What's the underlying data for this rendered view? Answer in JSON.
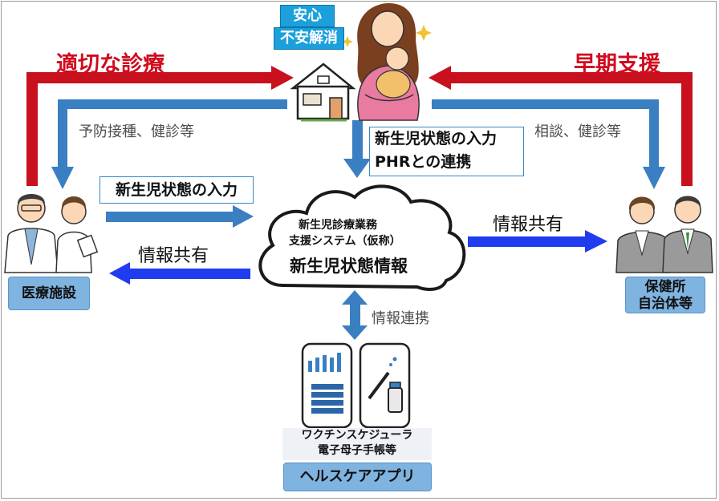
{
  "mother": {
    "tag1": "安心",
    "tag2": "不安解消"
  },
  "left_title": "適切な診療",
  "right_title": "早期支援",
  "left_arrow_label": "予防接種、健診等",
  "right_arrow_label": "相談、健診等",
  "center_box": {
    "line1": "新生児状態の入力",
    "line2": "PHRとの連携"
  },
  "left_input_box": "新生児状態の入力",
  "left_share_label": "情報共有",
  "right_share_label": "情報共有",
  "cloud": {
    "line1": "新生児診療業務",
    "line2": "支援システム（仮称）",
    "title": "新生児状態情報"
  },
  "link_label": "情報連携",
  "medical": "医療施設",
  "health_center": {
    "line1": "保健所",
    "line2": "自治体等"
  },
  "app_caption": {
    "line1": "ワクチンスケジューラ",
    "line2": "電子母子手帳等"
  },
  "app_title": "ヘルスケアアプリ",
  "colors": {
    "red": "#c8101e",
    "steel_blue": "#3a7fc1",
    "blue": "#1f3cf0",
    "tag": "#1ba0dc"
  }
}
